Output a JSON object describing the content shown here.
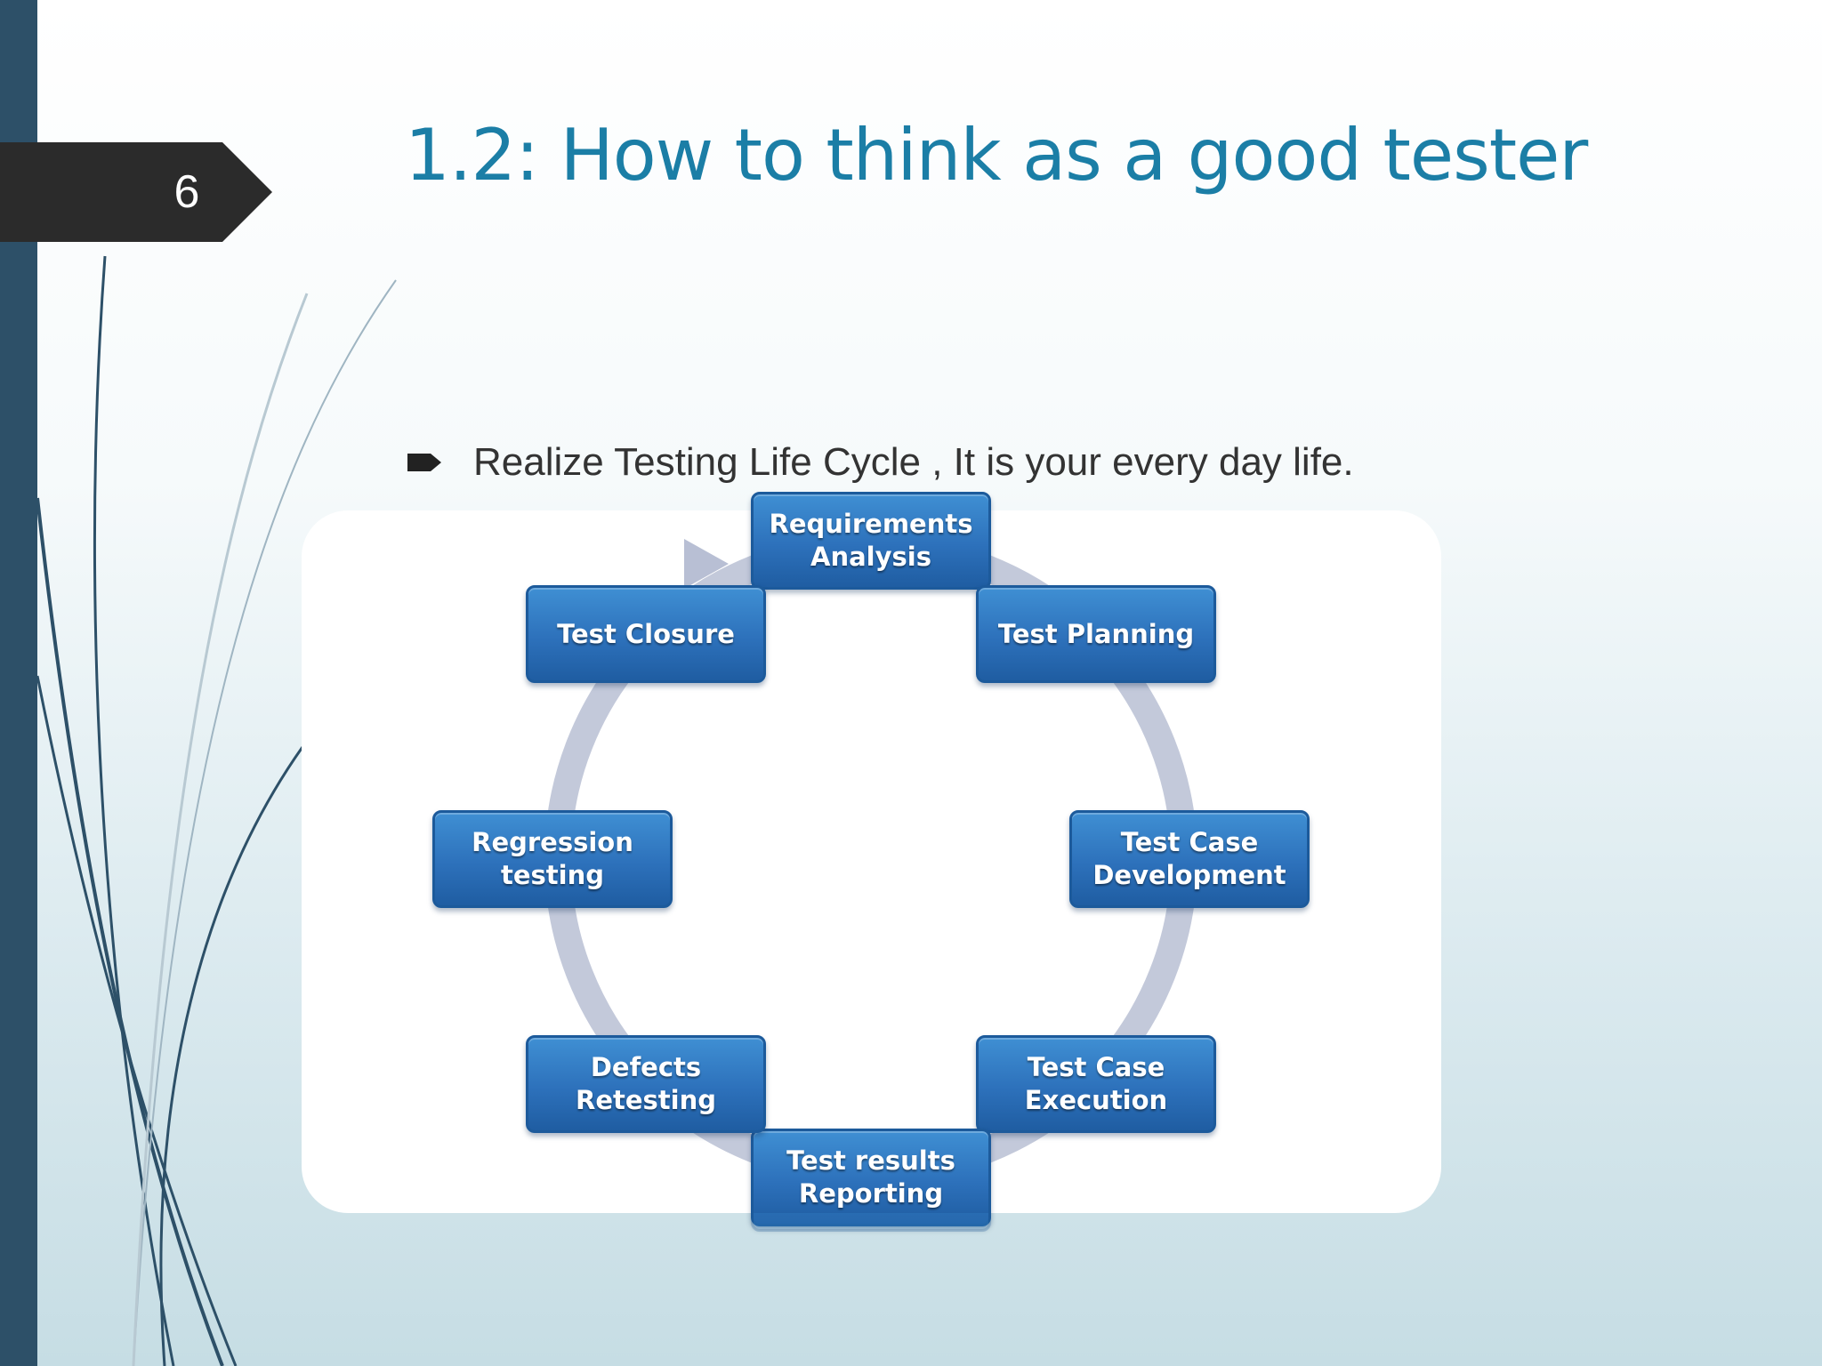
{
  "slide": {
    "number": "6",
    "title": "1.2: How to think as a good tester",
    "bullet": "Realize Testing Life Cycle , It is your every day life."
  },
  "diagram": {
    "stages": [
      "Requirements\nAnalysis",
      "Test Planning",
      "Test Case\nDevelopment",
      "Test Case\nExecution",
      "Test results\nReporting",
      "Defects\nRetesting",
      "Regression\ntesting",
      "Test Closure"
    ]
  },
  "colors": {
    "title": "#1b7ea6",
    "stage_fill": "#2d71bb",
    "cycle_ring": "#b8bfd4",
    "side_bar": "#2d5068",
    "number_tab": "#2b2b2b"
  }
}
